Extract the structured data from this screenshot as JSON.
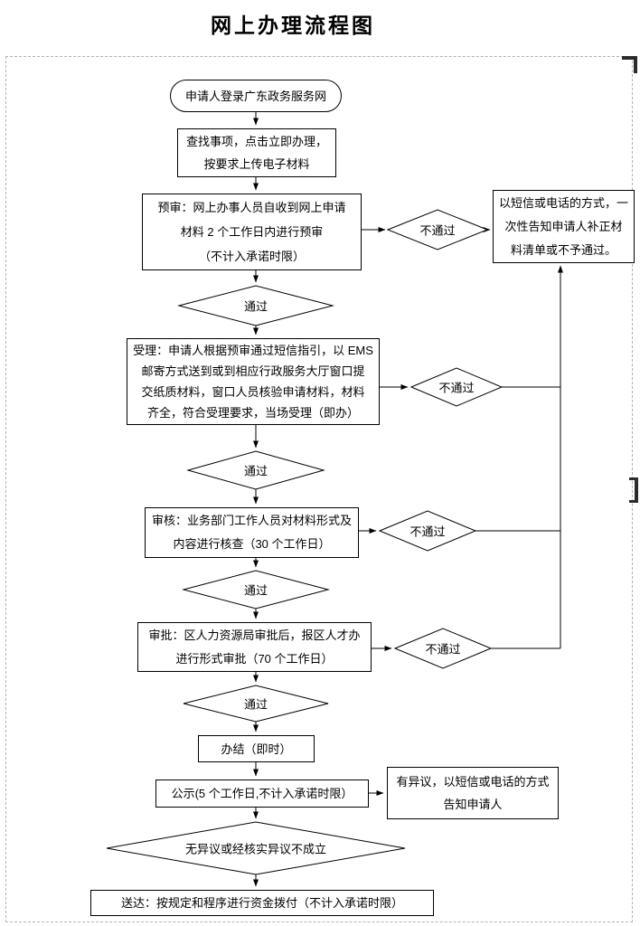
{
  "page": {
    "title": "网上办理流程图"
  },
  "labels": {
    "pass": "通过",
    "fail": "不通过"
  },
  "nodes": {
    "start": {
      "text": "申请人登录广东政务服务网"
    },
    "find": {
      "lines": [
        "查找事项，点击立即办理，",
        "按要求上传电子材料"
      ]
    },
    "preliminary": {
      "lines": [
        "预审：网上办事人员自收到网上申请",
        "材料 2 个工作日内进行预审",
        "（不计入承诺时限）"
      ]
    },
    "notify": {
      "lines": [
        "以短信或电话的方式，一",
        "次性告知申请人补正材",
        "料清单或不予通过。"
      ]
    },
    "acceptance": {
      "lines": [
        "受理：申请人根据预审通过短信指引，以 EMS",
        "邮寄方式送到或到相应行政服务大厅窗口提",
        "交纸质材料，窗口人员核验申请材料，材料",
        "齐全，符合受理要求，当场受理（即办）"
      ]
    },
    "review": {
      "lines": [
        "审核：业务部门工作人员对材料形式及",
        "内容进行核查（30 个工作日）"
      ]
    },
    "approval": {
      "lines": [
        "审批：区人力资源局审批后，报区人才办",
        "进行形式审批（70 个工作日）"
      ]
    },
    "completion": {
      "text": "办结（即时）"
    },
    "publicity": {
      "text": "公示(5 个工作日,不计入承诺时限）"
    },
    "objection": {
      "lines": [
        "有异议，以短信或电话的方式",
        "告知申请人"
      ]
    },
    "no_objection": {
      "text": "无异议或经核实异议不成立"
    },
    "delivery": {
      "text": "送达：按规定和程序进行资金拨付（不计入承诺时限）"
    }
  }
}
